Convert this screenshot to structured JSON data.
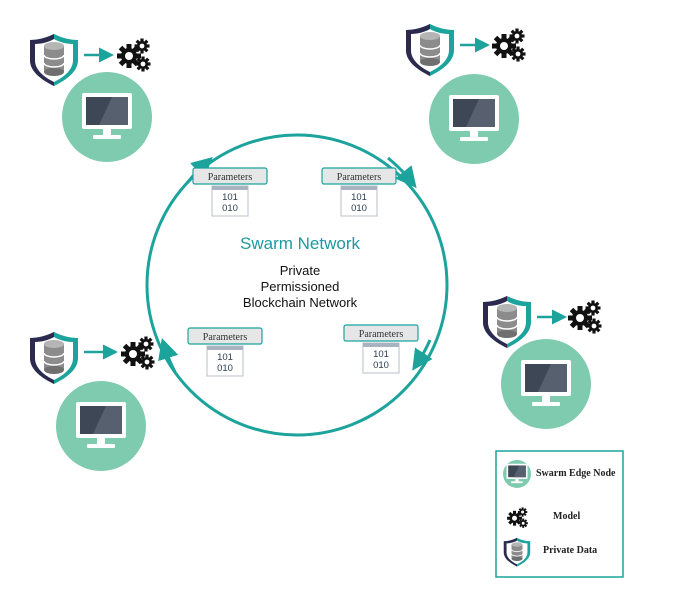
{
  "colors": {
    "ring": "#1ba39c",
    "node_circle": "#7fcbb0",
    "shield_dark": "#2e2a4f",
    "shield_teal": "#1ba39c",
    "param_box_fill": "#e4e6e8",
    "param_box_stroke": "#1ba39c"
  },
  "center": {
    "title": "Swarm Network",
    "line1": "Private",
    "line2": "Permissioned",
    "line3": "Blockchain Network"
  },
  "parameter_label": "Parameters",
  "binary_top": "101",
  "binary_bottom": "010",
  "legend": {
    "edge_node": "Swarm Edge Node",
    "model": "Model",
    "private_data": "Private Data"
  },
  "icons": [
    "shield-database-icon",
    "gears-icon",
    "monitor-icon",
    "arrow-icon"
  ]
}
